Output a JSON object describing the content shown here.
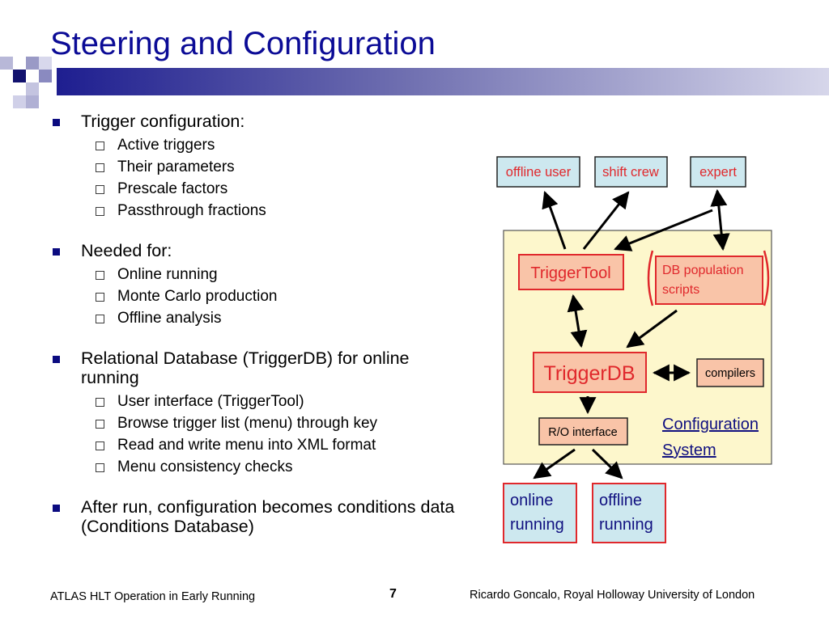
{
  "slide": {
    "title": "Steering and Configuration"
  },
  "bullets": [
    {
      "text": "Trigger configuration:",
      "sub": [
        "Active triggers",
        "Their parameters",
        "Prescale factors",
        "Passthrough fractions"
      ]
    },
    {
      "text": "Needed for:",
      "sub": [
        "Online running",
        "Monte Carlo production",
        "Offline analysis"
      ]
    },
    {
      "text": "Relational Database (TriggerDB) for online running",
      "sub": [
        "User interface (TriggerTool)",
        "Browse trigger list (menu) through key",
        "Read and write menu into XML format",
        "Menu consistency checks"
      ]
    },
    {
      "text": "After run, configuration becomes conditions data (Conditions Database)",
      "sub": []
    }
  ],
  "diagram": {
    "users": {
      "offline_user": "offline user",
      "shift_crew": "shift crew",
      "expert": "expert"
    },
    "trigger_tool": "TriggerTool",
    "db_population_line1": "DB population",
    "db_population_line2": "scripts",
    "trigger_db": "TriggerDB",
    "compilers": "compilers",
    "ro_interface": "R/O interface",
    "config_system_line1": "Configuration",
    "config_system_line2": "System",
    "online_line1": "online",
    "online_line2": "running",
    "offline_line1": "offline",
    "offline_line2": "running"
  },
  "footer": {
    "left": "ATLAS HLT Operation in Early Running",
    "page": "7",
    "right": "Ricardo Goncalo, Royal Holloway University of London"
  },
  "colors": {
    "title": "#0b0b96",
    "bullet": "#0b0b80",
    "config_panel": "#fdf7cc",
    "user_box": "#cde8ef",
    "db_box": "#f9c4a8",
    "box_border": "#e0282c",
    "label_blue": "#101080"
  }
}
